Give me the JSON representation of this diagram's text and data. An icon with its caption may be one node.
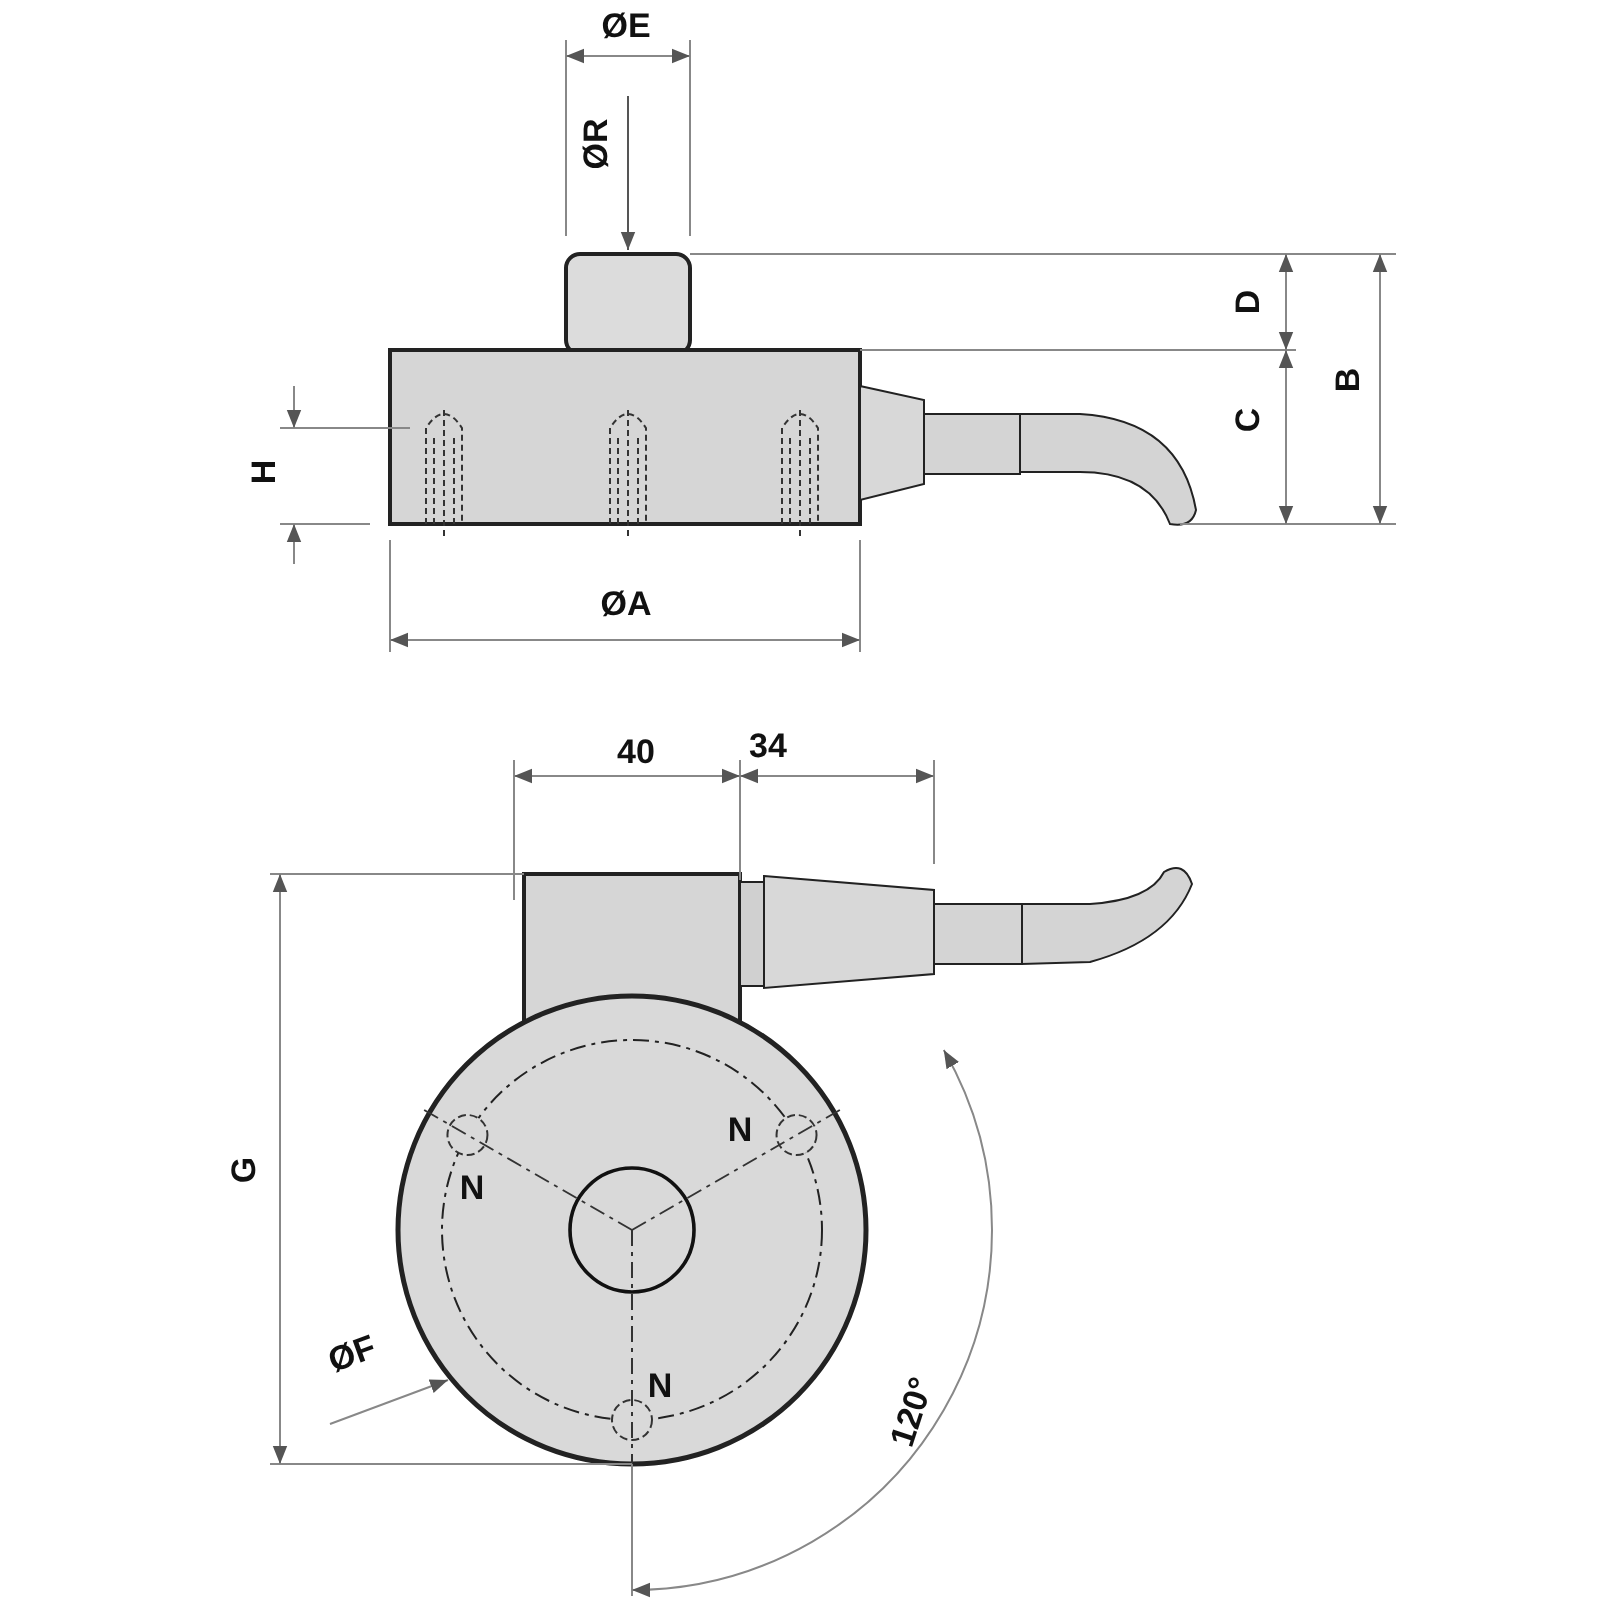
{
  "diagram": {
    "labels": [
      "ØE",
      "ØR",
      "D",
      "C",
      "B",
      "H",
      "ØA",
      "40",
      "34",
      "N",
      "N",
      "G",
      "ØF",
      "N",
      "120°"
    ]
  }
}
